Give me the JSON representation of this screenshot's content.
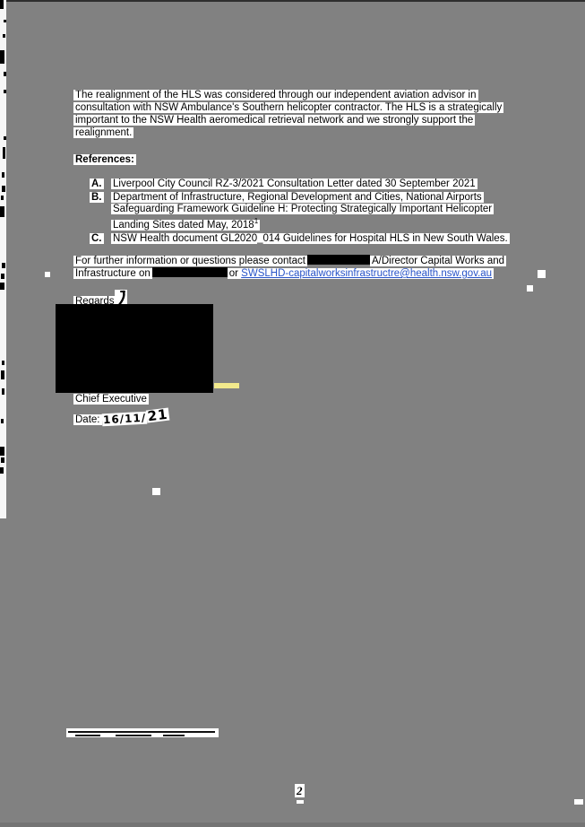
{
  "page": {
    "background": "#818181",
    "page_number": "2"
  },
  "body": {
    "para1_lines": [
      "The realignment of the HLS was considered through our independent aviation advisor in",
      "consultation with NSW Ambulance's Southern helicopter contractor. The HLS is a strategically",
      "important to the NSW Health aeromedical retrieval network and we strongly support the",
      "realignment."
    ],
    "references": {
      "heading": "References:",
      "items": [
        {
          "label": "A.",
          "lines": [
            "Liverpool City Council RZ-3/2021 Consultation Letter dated 30 September 2021"
          ]
        },
        {
          "label": "B.",
          "lines": [
            "Department of Infrastructure, Regional Development and Cities, National Airports",
            "Safeguarding Framework Guideline H: Protecting Strategically Important Helicopter",
            "Landing Sites dated May, 2018"
          ],
          "footnote_marker": "1"
        },
        {
          "label": "C.",
          "lines": [
            "NSW Health document GL2020_014 Guidelines for Hospital HLS in New South Wales."
          ]
        }
      ]
    },
    "contact": {
      "line1_before": "For further information or questions please contact",
      "line1_after": "A/Director Capital Works and",
      "line2_before": "Infrastructure on",
      "line2_or": "or",
      "email": "SWSLHD-capitalworksinfrastructre@health.nsw.gov.au",
      "link_color": "#2753c8"
    },
    "signature": {
      "regards": "Regards",
      "title": "Chief Executive",
      "date_label": "Date:",
      "date_part1": "16/11/",
      "date_part2": "21",
      "redaction_color": "#000000",
      "highlight_color": "#f2e98c"
    }
  }
}
